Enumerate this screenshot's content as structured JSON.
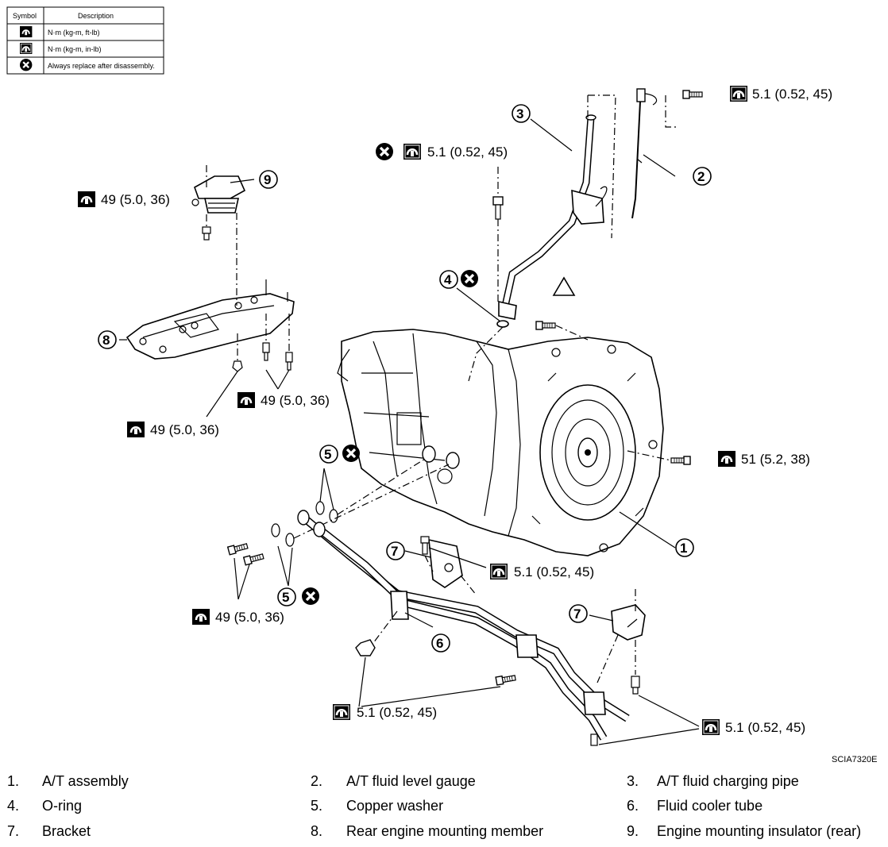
{
  "symbol_table": {
    "header_symbol": "Symbol",
    "header_description": "Description",
    "rows": [
      {
        "icon": "torque-ftlb-icon",
        "description": "N·m (kg-m, ft-lb)"
      },
      {
        "icon": "torque-inlb-icon",
        "description": "N·m (kg-m, in-lb)"
      },
      {
        "icon": "replace-icon",
        "description": "Always replace after disassembly."
      }
    ]
  },
  "callouts": {
    "t_gauge_bolt": "5.1 (0.52, 45)",
    "t_charging_pipe_bolt": "5.1 (0.52, 45)",
    "t_insulator_nut": "49 (5.0, 36)",
    "t_member_bolts": "49 (5.0, 36)",
    "t_member_nut": "49 (5.0, 36)",
    "t_converter_bolt": "51 (5.2, 38)",
    "t_bracket_bolt": "5.1 (0.52, 45)",
    "t_union_bolts": "49 (5.0, 36)",
    "t_cooler_clamps": "5.1 (0.52, 45)",
    "t_lower_right": "5.1 (0.52, 45)"
  },
  "part_numbers": {
    "n1": "1",
    "n2": "2",
    "n3": "3",
    "n4": "4",
    "n5a": "5",
    "n5b": "5",
    "n6": "6",
    "n7a": "7",
    "n7b": "7",
    "n8": "8",
    "n9": "9"
  },
  "figure_code": "SCIA7320E",
  "legend": [
    {
      "num": "1.",
      "label": "A/T assembly"
    },
    {
      "num": "2.",
      "label": "A/T fluid level gauge"
    },
    {
      "num": "3.",
      "label": "A/T fluid charging pipe"
    },
    {
      "num": "4.",
      "label": "O-ring"
    },
    {
      "num": "5.",
      "label": "Copper washer"
    },
    {
      "num": "6.",
      "label": "Fluid cooler tube"
    },
    {
      "num": "7.",
      "label": "Bracket"
    },
    {
      "num": "8.",
      "label": "Rear engine mounting member"
    },
    {
      "num": "9.",
      "label": "Engine mounting insulator (rear)"
    }
  ]
}
